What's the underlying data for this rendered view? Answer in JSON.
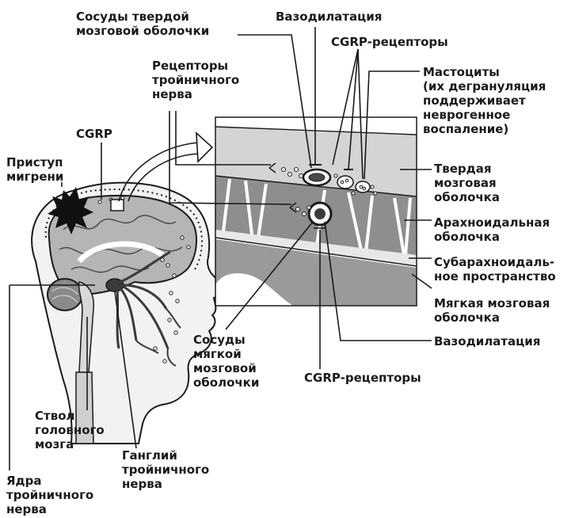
{
  "labels": {
    "dura_vessels": [
      "Сосуды твердой",
      "мозговой оболочки"
    ],
    "vasodilation_top": "Вазодилатация",
    "cgrp_receptors_top": "CGRP-рецепторы",
    "trigeminal_receptors": [
      "Рецепторы",
      "тройничного",
      "нерва"
    ],
    "mast_cells": [
      "Мастоциты",
      "(их дегрануляция",
      "поддерживает",
      "неврогенное",
      "воспаление)"
    ],
    "cgrp": "CGRP",
    "migraine_attack": [
      "Приступ",
      "мигрени"
    ],
    "dura_mater": [
      "Твердая",
      "мозговая",
      "оболочка"
    ],
    "arachnoid": [
      "Арахноидальная",
      "оболочка"
    ],
    "subarachnoid": [
      "Субарахноидаль-",
      "ное пространство"
    ],
    "pia_mater": [
      "Мягкая мозговая",
      "оболочка"
    ],
    "vasodilation_bottom": "Вазодилатация",
    "pia_vessels": [
      "Сосуды",
      "мягкой",
      "мозговой",
      "оболочки"
    ],
    "cgrp_receptors_bottom": "CGRP-рецепторы",
    "brainstem": [
      "Ствол",
      "головного",
      "мозга"
    ],
    "trigeminal_ganglion": [
      "Ганглий",
      "тройничного",
      "нерва"
    ],
    "trigeminal_nuclei": [
      "Ядра",
      "тройничного",
      "нерва"
    ]
  },
  "colors": {
    "ink": "#1a1a1a",
    "dura": "#d4d4d4",
    "arachnoid_band": "#8e8e8e",
    "subarachnoid": "#e8e8e8",
    "brain_tissue": "#9a9a9a",
    "skin": "#f2f2f2",
    "brain": "#b5b5b5",
    "burst": "#111111"
  }
}
